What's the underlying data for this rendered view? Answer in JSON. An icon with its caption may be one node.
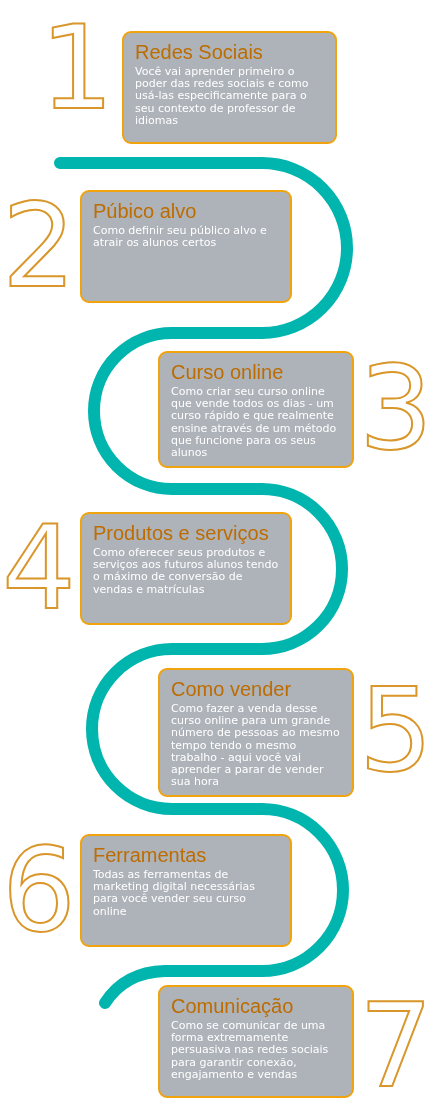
{
  "diagram": {
    "nodes": [
      {
        "text": [
          "Redes Sociais",
          "Você vai aprender primeiro o poder das redes sociais e como usá-las especificamente para o seu contexto de professor de idiomas"
        ],
        "beside": [
          "1"
        ]
      },
      {
        "text": [
          "Púbico alvo",
          "Como definir seu público alvo e atrair os alunos certos"
        ],
        "beside": [
          "2"
        ]
      },
      {
        "text": [
          "Curso online",
          "Como criar seu curso online que vende todos os dias - um curso rápido e que realmente ensine através de um método que funcione para os seus alunos"
        ],
        "beside": [
          "3"
        ]
      },
      {
        "text": [
          "Produtos e serviços",
          "Como oferecer seus produtos e serviços aos futuros alunos tendo o máximo de conversão de vendas e matrículas"
        ],
        "beside": [
          "4"
        ]
      },
      {
        "text": [
          "Como vender",
          "Como fazer a venda desse curso online para um grande número de pessoas ao mesmo tempo tendo o mesmo trabalho - aqui você vai aprender a parar de vender sua hora"
        ],
        "beside": [
          "5"
        ]
      },
      {
        "text": [
          "Ferramentas",
          "Todas as ferramentas de marketing digital necessárias para você vender seu curso online"
        ],
        "beside": [
          "6"
        ]
      },
      {
        "text": [
          "Comunicação",
          "Como se comunicar de uma forma extremamente persuasiva nas redes sociais para garantir conexão, engajamento e vendas"
        ],
        "beside": [
          "7"
        ]
      }
    ]
  }
}
